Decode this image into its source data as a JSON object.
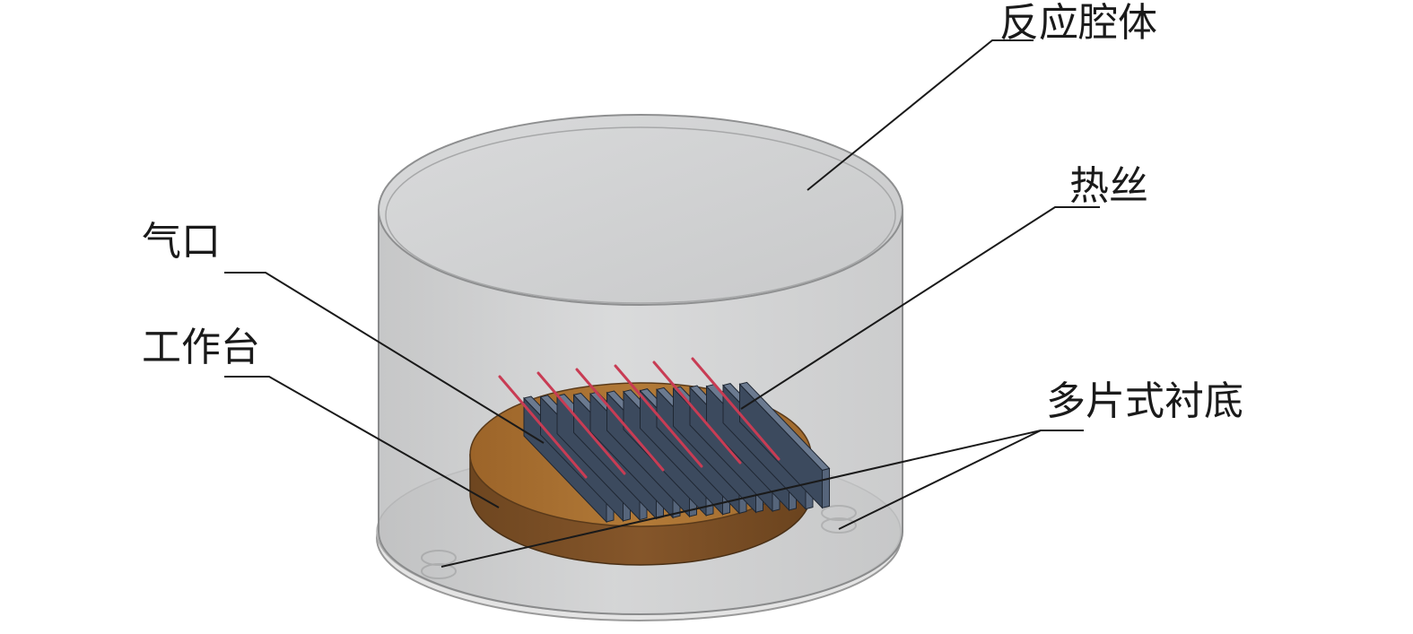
{
  "labels": {
    "chamber": "反应腔体",
    "filament": "热丝",
    "gas_port": "气口",
    "stage": "工作台",
    "substrate": "多片式衬底"
  },
  "colors": {
    "chamber_fill": "#c9cacb",
    "chamber_top": "#d4d5d6",
    "chamber_edge": "#8a8b8c",
    "base_plate": "#e3e3e3",
    "stage_top": "#a86f2e",
    "stage_side": "#7a4e22",
    "substrate_plate": "#3c4a5e",
    "filament_wire": "#c83c54",
    "text": "#1a1a1a"
  },
  "counts": {
    "substrate_plates": 14,
    "filament_wires": 6
  }
}
